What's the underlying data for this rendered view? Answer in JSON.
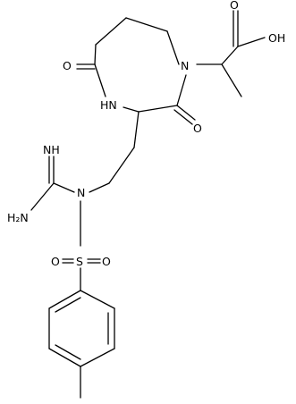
{
  "atoms": {
    "OH": "OH",
    "O_acid": "O",
    "N_ring": "N",
    "O_ring_right": "O",
    "O_ring_left": "O",
    "HN_ring": "HN",
    "NH_imine": "NH",
    "H2N": "H₂N",
    "N_sulfonamide": "N",
    "S": "S",
    "O_s1": "O",
    "O_s2": "O"
  }
}
